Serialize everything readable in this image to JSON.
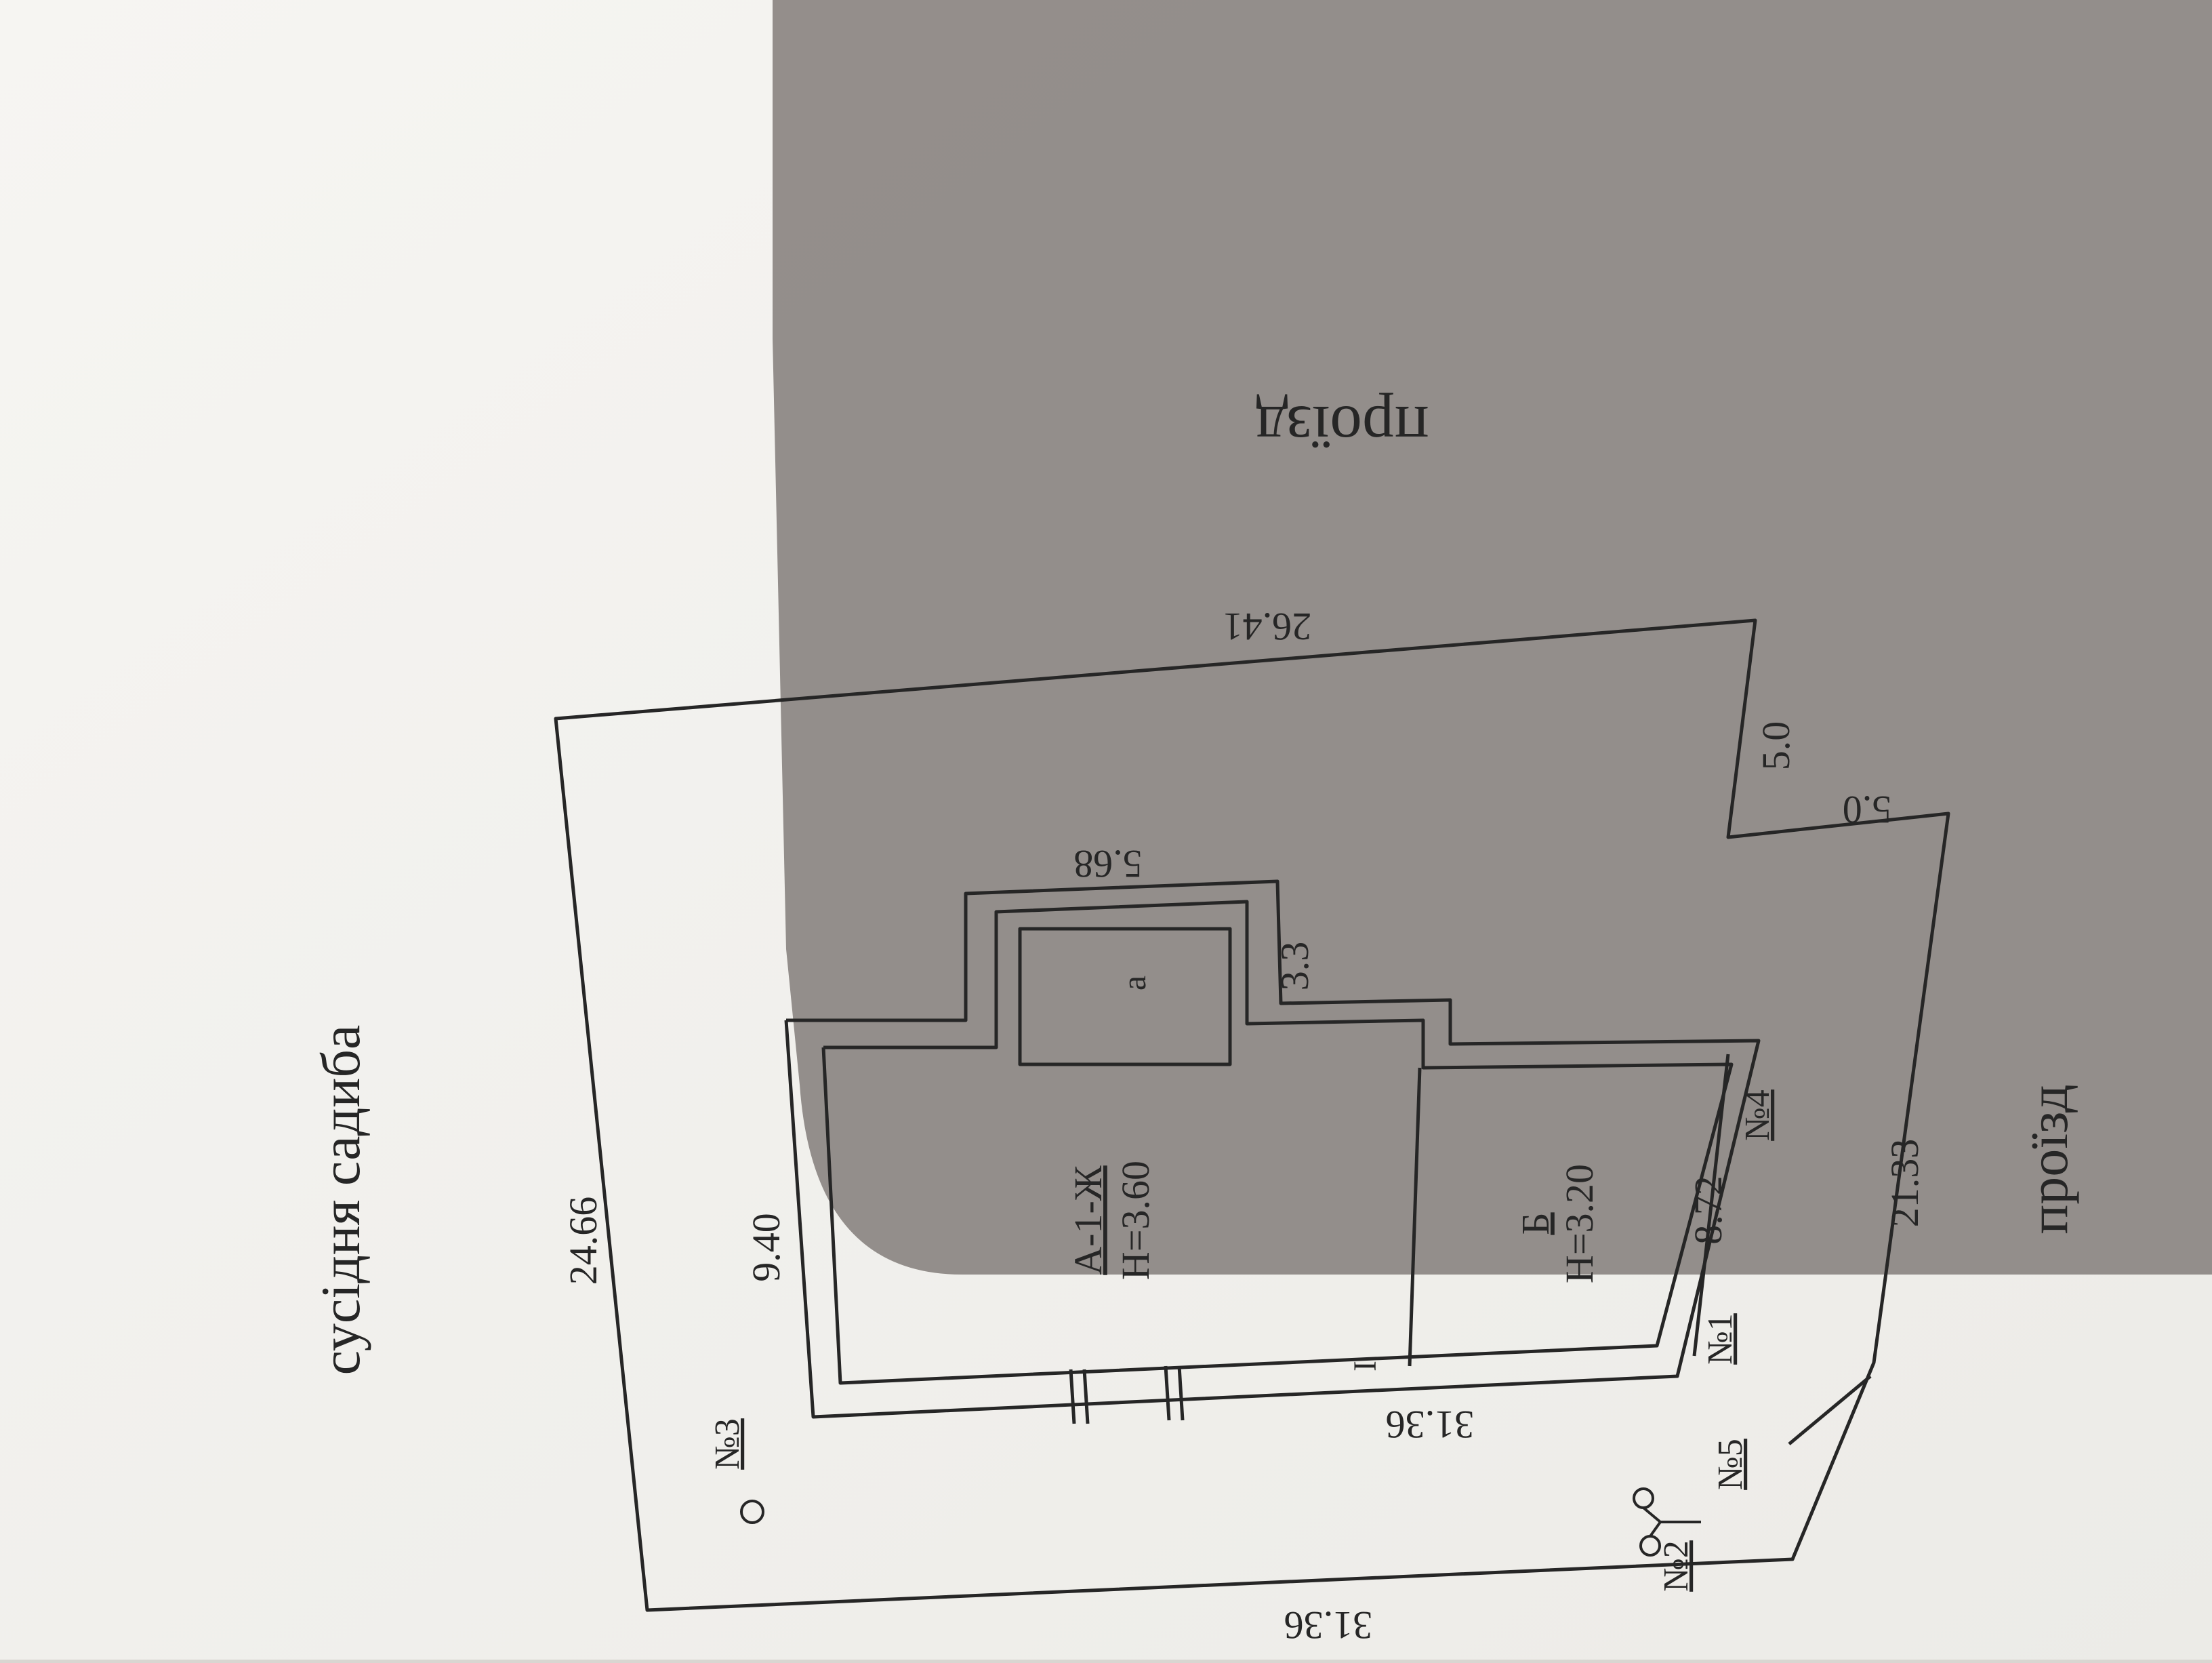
{
  "labels": {
    "neighbor": "сусідня садиба",
    "passage_right": "проїзд",
    "passage_bottom": "проїзд",
    "room_a_name": "А-1-Ж",
    "room_a_height": "Н=3.60",
    "room_b_name": "Б",
    "room_b_height": "Н=3.20",
    "annex": "а",
    "n1": "№1",
    "n2": "№2",
    "n3": "№3",
    "n4": "№4",
    "n5": "№5",
    "roman_one": "I"
  },
  "dimensions": {
    "top": "24.66",
    "right": "26.41",
    "left": "31.36",
    "bottom": "21.33",
    "inner_left": "31.36",
    "house_top": "9.40",
    "b_bottom": "8.72",
    "annex_width": "5.68",
    "annex_depth": "3.3",
    "corner_1": "5.0",
    "corner_2": "5.0"
  },
  "colors": {
    "paper": "#f3f2ef",
    "shadow": "#8b8582",
    "ink": "#262626"
  }
}
